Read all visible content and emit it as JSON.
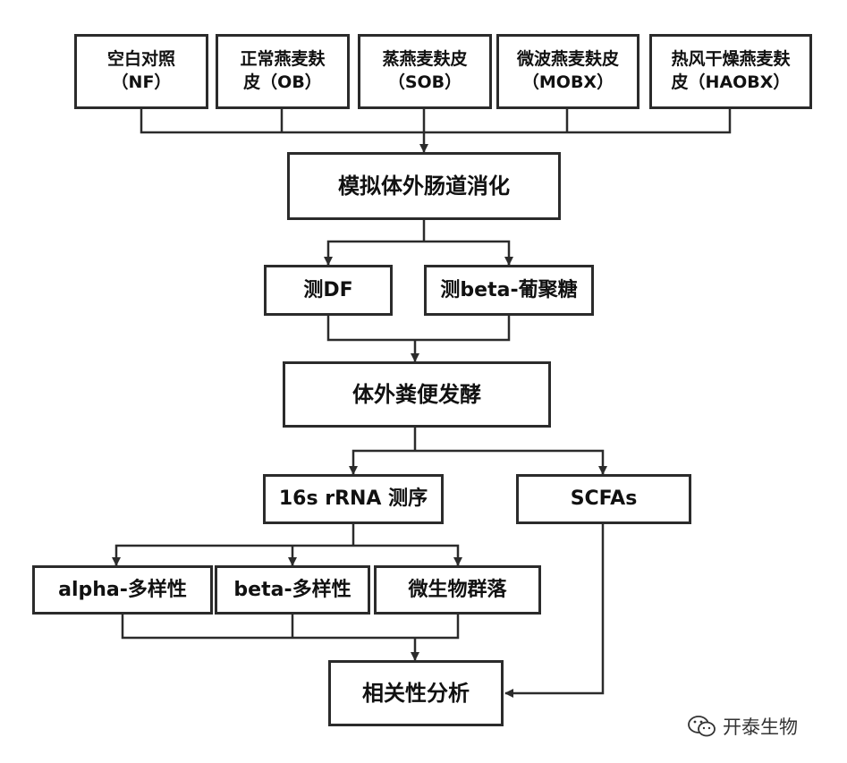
{
  "diagram": {
    "samples": [
      {
        "line1": "空白对照",
        "line2": "（NF）"
      },
      {
        "line1": "正常燕麦麸",
        "line2": "皮（OB）"
      },
      {
        "line1": "蒸燕麦麸皮",
        "line2": "（SOB）"
      },
      {
        "line1": "微波燕麦麸皮",
        "line2": "（MOBX）"
      },
      {
        "line1": "热风干燥燕麦麸",
        "line2": "皮（HAOBX）"
      }
    ],
    "digestion": "模拟体外肠道消化",
    "measure_df": "测DF",
    "measure_glucan": "测beta-葡聚糖",
    "fermentation": "体外粪便发酵",
    "sequencing": "16s rRNA 测序",
    "scfas": "SCFAs",
    "alpha": "alpha-多样性",
    "beta": "beta-多样性",
    "community": "微生物群落",
    "correlation": "相关性分析"
  },
  "watermark": {
    "text": "开泰生物",
    "icon": "wechat-icon"
  }
}
